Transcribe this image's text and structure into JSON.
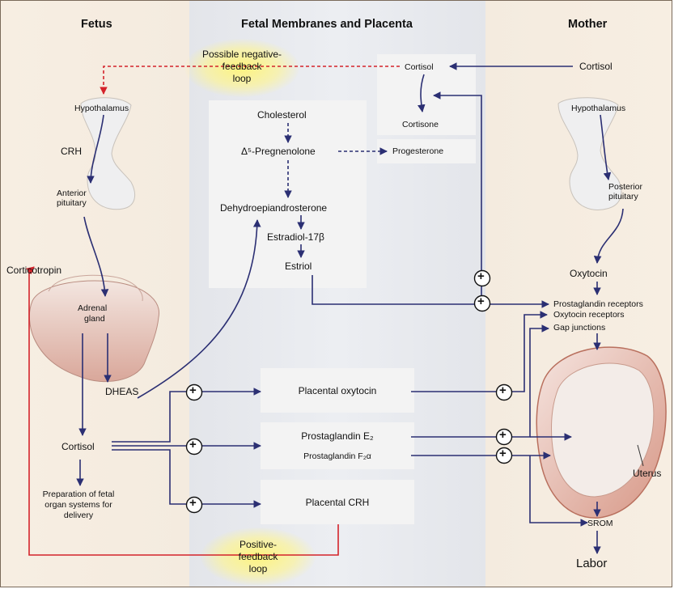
{
  "headers": {
    "fetus": "Fetus",
    "membranes": "Fetal Membranes and Placenta",
    "mother": "Mother"
  },
  "fetus": {
    "hypothalamus": "Hypothalamus",
    "crh": "CRH",
    "anterior_pituitary_1": "Anterior",
    "anterior_pituitary_2": "pituitary",
    "corticotropin": "Corticotropin",
    "adrenal_1": "Adrenal",
    "adrenal_2": "gland",
    "dheas": "DHEAS",
    "cortisol": "Cortisol",
    "prep_1": "Preparation of fetal",
    "prep_2": "organ systems for",
    "prep_3": "delivery"
  },
  "placenta": {
    "neg_feedback_1": "Possible negative-",
    "neg_feedback_2": "feedback",
    "neg_feedback_3": "loop",
    "cortisol": "Cortisol",
    "cortisone": "Cortisone",
    "cholesterol": "Cholesterol",
    "pregnenolone": "Δ⁵-Pregnenolone",
    "progesterone": "Progesterone",
    "dhea": "Dehydroepiandrosterone",
    "estradiol": "Estradiol-17β",
    "estriol": "Estriol",
    "placental_oxytocin": "Placental oxytocin",
    "pge2": "Prostaglandin E₂",
    "pgf2a": "Prostaglandin F₂α",
    "placental_crh": "Placental CRH",
    "pos_feedback_1": "Positive-",
    "pos_feedback_2": "feedback",
    "pos_feedback_3": "loop"
  },
  "mother": {
    "cortisol": "Cortisol",
    "hypothalamus": "Hypothalamus",
    "posterior_1": "Posterior",
    "posterior_2": "pituitary",
    "oxytocin": "Oxytocin",
    "pg_receptors": "Prostaglandin receptors",
    "oxt_receptors": "Oxytocin receptors",
    "gap_junctions": "Gap junctions",
    "uterus": "Uterus",
    "srom": "SROM",
    "labor": "Labor"
  },
  "plus_symbol": "+",
  "colors": {
    "arrow": "#2b2f73",
    "negative_feedback": "#d4232b",
    "positive_feedback": "#d4232b",
    "glow": "#fff37a"
  }
}
